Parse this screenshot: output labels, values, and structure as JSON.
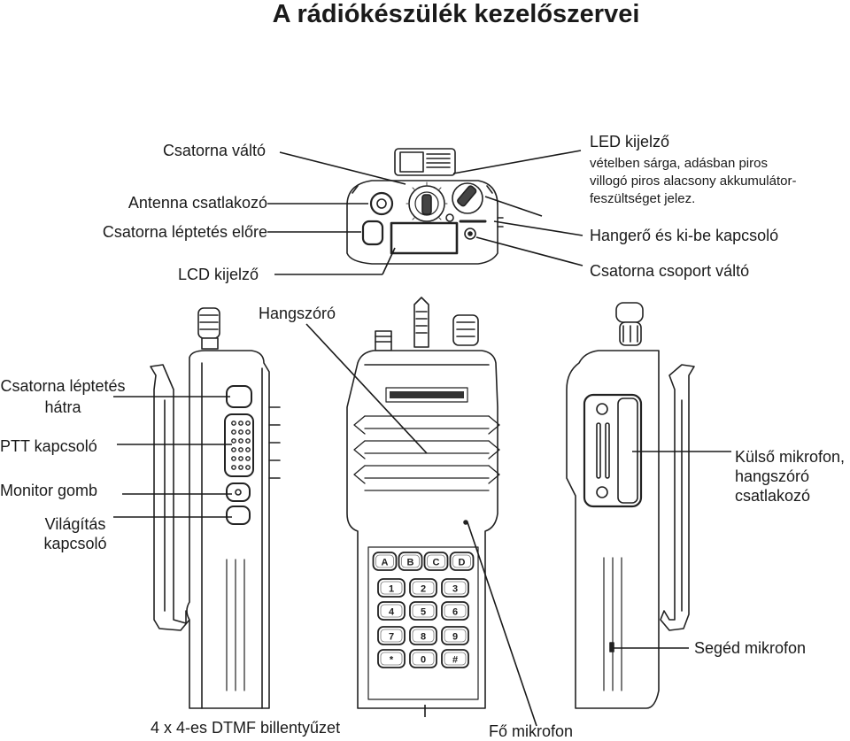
{
  "title": "A rádiókészülék kezelőszervei",
  "labels": {
    "channel_switch": "Csatorna váltó",
    "antenna_connector": "Antenna csatlakozó",
    "channel_step_forward": "Csatorna léptetés előre",
    "lcd_display": "LCD kijelző",
    "led_display": "LED kijelző",
    "led_description": [
      "vételben sárga, adásban piros",
      "villogó piros alacsony akkumulátor-",
      "feszültséget jelez."
    ],
    "volume_power": "Hangerő és ki-be kapcsoló",
    "channel_group_switch": "Csatorna csoport váltó",
    "speaker": "Hangszóró",
    "channel_step_back": [
      "Csatorna léptetés",
      "hátra"
    ],
    "ptt_switch": "PTT kapcsoló",
    "monitor_button": "Monitor gomb",
    "light_switch": [
      "Világítás",
      "kapcsoló"
    ],
    "external_mic": [
      "Külső mikrofon,",
      "hangszóró",
      "csatlakozó"
    ],
    "aux_mic": "Segéd mikrofon",
    "dtmf_keypad": "4 x 4-es DTMF billentyűzet",
    "main_mic": "Fő mikrofon"
  },
  "keypad": {
    "row1": [
      "A",
      "B",
      "C",
      "D"
    ],
    "row2": [
      "1",
      "2",
      "3"
    ],
    "row3": [
      "4",
      "5",
      "6"
    ],
    "row4": [
      "7",
      "8",
      "9"
    ],
    "row5": [
      "*",
      "0",
      "#"
    ]
  },
  "icons": [
    "radio-top-view",
    "radio-left-side",
    "radio-front-view",
    "radio-right-side"
  ]
}
